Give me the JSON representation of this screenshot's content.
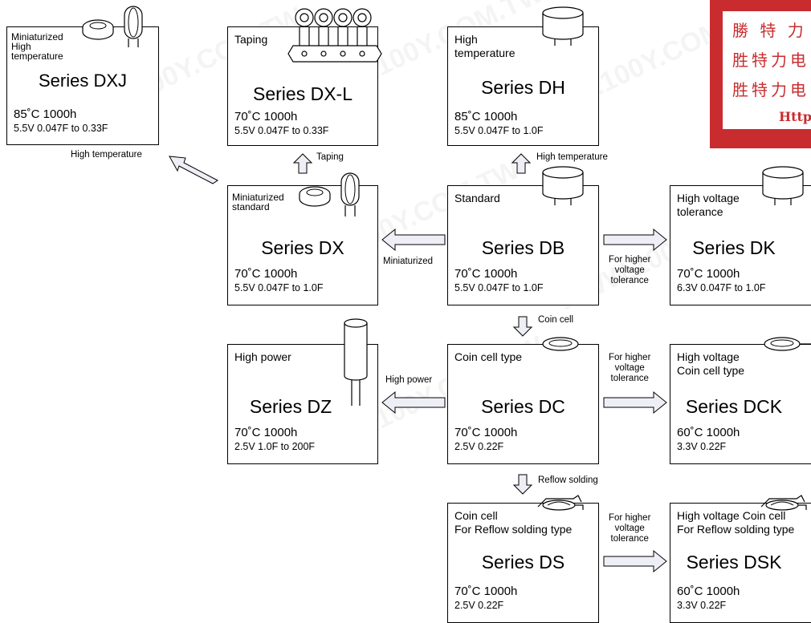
{
  "stamp": {
    "lines": [
      "勝 特 力",
      "胜特力电",
      "胜特力电"
    ],
    "url": "Http"
  },
  "watermark": "WWW.100Y.COM.TW",
  "boxes": {
    "dxj": {
      "head": "Miniaturized\nHigh\ntemperature",
      "title": "Series  DXJ",
      "spec": "85˚C 1000h",
      "range": "5.5V 0.047F to 0.33F"
    },
    "dxl": {
      "head": "Taping",
      "title": "Series  DX-L",
      "spec": "70˚C 1000h",
      "range": "5.5V 0.047F to 0.33F"
    },
    "dh": {
      "head": "High\ntemperature",
      "title": "Series  DH",
      "spec": "85˚C 1000h",
      "range": "5.5V 0.047F to 1.0F"
    },
    "dx": {
      "head": "Miniaturized\nstandard",
      "title": "Series  DX",
      "spec": "70˚C 1000h",
      "range": "5.5V 0.047F to 1.0F"
    },
    "db": {
      "head": "Standard",
      "title": "Series  DB",
      "spec": "70˚C 1000h",
      "range": "5.5V 0.047F to 1.0F"
    },
    "dk": {
      "head": "High voltage\ntolerance",
      "title": "Series  DK",
      "spec": "70˚C 1000h",
      "range": "6.3V 0.047F to 1.0F"
    },
    "dz": {
      "head": "High power",
      "title": "Series  DZ",
      "spec": "70˚C 1000h",
      "range": "2.5V 1.0F to 200F"
    },
    "dc": {
      "head": "Coin cell type",
      "title": "Series  DC",
      "spec": "70˚C 1000h",
      "range": "2.5V 0.22F"
    },
    "dck": {
      "head": "High voltage\nCoin cell type",
      "title": "Series  DCK",
      "spec": "60˚C 1000h",
      "range": "3.3V 0.22F"
    },
    "ds": {
      "head": "Coin cell\nFor Reflow solding type",
      "title": "Series  DS",
      "spec": "70˚C 1000h",
      "range": "2.5V 0.22F"
    },
    "dsk": {
      "head": "High voltage Coin cell\nFor Reflow solding type",
      "title": "Series  DSK",
      "spec": "60˚C 1000h",
      "range": "3.3V 0.22F"
    }
  },
  "labels": {
    "high_temp_left": "High temperature",
    "taping": "Taping",
    "high_temp_top": "High temperature",
    "miniaturized": "Miniaturized",
    "higher_voltage_1": "For higher\nvoltage\ntolerance",
    "coin_cell": "Coin cell",
    "high_power": "High power",
    "higher_voltage_2": "For higher\nvoltage\ntolerance",
    "reflow_solding": "Reflow solding",
    "higher_voltage_3": "For higher\nvoltage\ntolerance"
  }
}
